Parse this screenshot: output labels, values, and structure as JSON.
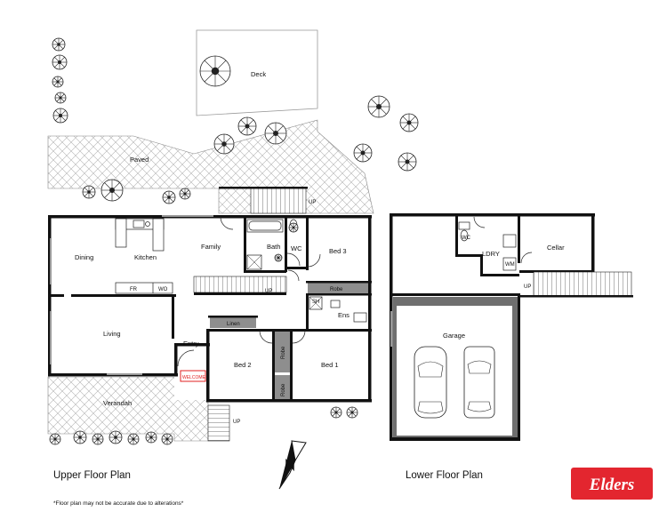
{
  "upper": {
    "title": "Upper Floor Plan",
    "rooms": {
      "deck": "Deck",
      "paved": "Paved",
      "dining": "Dining",
      "kitchen": "Kitchen",
      "family": "Family",
      "bath": "Bath",
      "wc": "WC",
      "bed3": "Bed 3",
      "fr": "FR",
      "wo": "WO",
      "up_top": "UP",
      "up_mid": "UP",
      "robe_bed3": "Robe",
      "sh": "SH",
      "ens": "Ens",
      "living": "Living",
      "linen": "Linen",
      "entry": "Entry",
      "welcome": "WELCOME",
      "bed2": "Bed 2",
      "robe_a": "Robe",
      "robe_b": "Robe",
      "bed1": "Bed 1",
      "verandah": "Verandah",
      "up_bottom": "UP"
    }
  },
  "lower": {
    "title": "Lower  Floor Plan",
    "rooms": {
      "wc": "WC",
      "ldry": "LDRY",
      "wm": "WM",
      "cellar": "Cellar",
      "up": "UP",
      "garage": "Garage"
    }
  },
  "disclaimer": "*Floor plan may not be accurate due to alterations*",
  "logo": {
    "text": "Elders",
    "color": "#e3262f"
  },
  "icons": [
    "north-arrow-icon",
    "tree-icon",
    "shrub-icon",
    "car-icon"
  ],
  "colors": {
    "walls": "#111111",
    "robes": "#8e8e8e",
    "garage": "#6f6f6f",
    "logo": "#e3262f"
  }
}
